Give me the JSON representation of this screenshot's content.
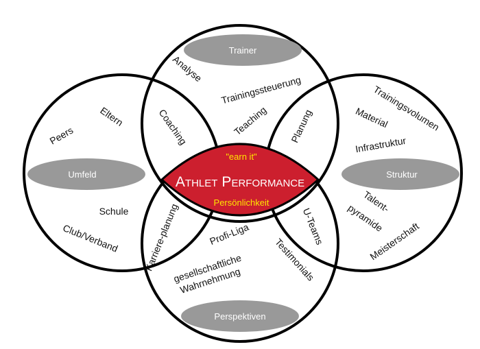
{
  "colors": {
    "circle_stroke": "#000000",
    "pill_fill": "#999999",
    "center_fill": "#cc1f2e",
    "center_stroke": "#000000",
    "accent_yellow": "#ffe600"
  },
  "categories": {
    "trainer": "Trainer",
    "umfeld": "Umfeld",
    "struktur": "Struktur",
    "perspektiven": "Perspektiven"
  },
  "center": {
    "tagline": "\"earn it\"",
    "title_a_cap": "A",
    "title_a_rest": "THLET",
    "title_p_cap": "P",
    "title_p_rest": "ERFORMANCE",
    "subtitle": "Persönlichkeit"
  },
  "labels": {
    "analyse": "Analyse",
    "trainingssteuerung": "Trainingssteuerung",
    "teaching": "Teaching",
    "coaching": "Coaching",
    "planung": "Planung",
    "eltern": "Eltern",
    "peers": "Peers",
    "schule": "Schule",
    "club_verband": "Club/Verband",
    "trainingsvolumen": "Trainingsvolumen",
    "material": "Material",
    "infrastruktur": "Infrastruktur",
    "talent": "Talent-",
    "pyramide": "pyramide",
    "meisterschaft": "Meisterschaft",
    "karriereplanung": "Karriere-planung",
    "u_teams": "U-Teams",
    "profi_liga": "Profi-Liga",
    "testimonials": "Testimonials",
    "gesellschaftliche": "gesellschaftliche",
    "wahrnehmung": "Wahrnehmung"
  }
}
